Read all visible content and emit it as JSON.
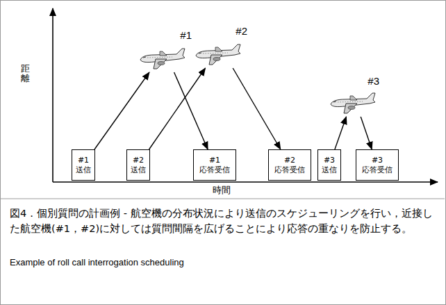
{
  "diagram": {
    "caption": "図4．個別質問の計画例 - 航空機の分布状況により送信のスケジューリングを行い，近接した航空機(#1，#2)に対しては質問間隔を広げることにより応答の重なりを防止する。",
    "nodes": [
      {
        "text": [
          "#1"
        ]
      },
      {
        "text": [
          "#2"
        ]
      },
      {
        "text": [
          "#3"
        ]
      },
      {
        "text": [
          "#1 送信"
        ]
      },
      {
        "text": [
          "#2 送信"
        ]
      },
      {
        "text": [
          "#1 応答受信"
        ]
      },
      {
        "text": [
          "#2 応答受信"
        ]
      },
      {
        "text": [
          "#3 送信"
        ]
      },
      {
        "text": [
          "#3 応答受信"
        ]
      }
    ],
    "edges": [
      {
        "from": 3,
        "to": 0,
        "arrow": "to"
      },
      {
        "from": 0,
        "to": 5,
        "arrow": "to"
      },
      {
        "from": 4,
        "to": 1,
        "arrow": "to"
      },
      {
        "from": 1,
        "to": 6,
        "arrow": "to"
      },
      {
        "from": 7,
        "to": 2,
        "arrow": "to"
      },
      {
        "from": 2,
        "to": 8,
        "arrow": "to"
      }
    ],
    "labels": [
      "距離",
      "時間",
      "Example of roll call interrogation scheduling"
    ]
  }
}
